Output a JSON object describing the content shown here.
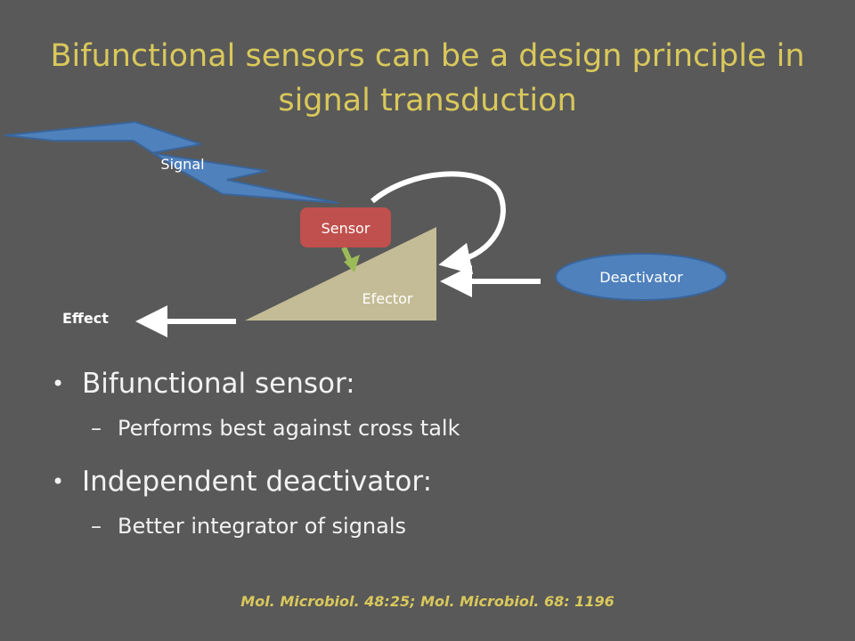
{
  "title": {
    "line1": "Bifunctional sensors can be a design principle in",
    "line2": "signal transduction"
  },
  "diagram": {
    "signal_label": "Signal",
    "sensor_label": "Sensor",
    "efector_label": "Efector",
    "deactivator_label": "Deactivator",
    "effect_label": "Effect",
    "colors": {
      "signal": "#4f81bd",
      "sensor": "#c0504d",
      "efector": "#c4bc96",
      "deactivator": "#4f81bd",
      "sensor_arrow": "#9bbb59",
      "arrows": "#ffffff"
    }
  },
  "bullets": [
    {
      "text": "Bifunctional sensor:",
      "sub": "Performs best against cross talk"
    },
    {
      "text": "Independent deactivator:",
      "sub": "Better integrator of signals"
    }
  ],
  "citation": "Mol. Microbiol. 48:25; Mol. Microbiol. 68: 1196"
}
